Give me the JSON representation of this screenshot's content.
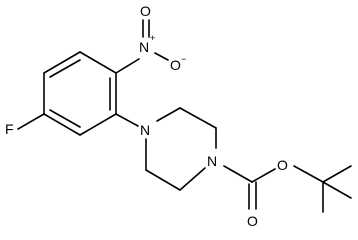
{
  "molecule": {
    "atoms": {
      "fluorine": "F",
      "nitro_nitrogen": "N",
      "nitro_plus": "+",
      "nitro_oxygen_top": "O",
      "nitro_oxygen_bottom": "O",
      "nitro_minus": "−",
      "piperazine_n_aryl": "N",
      "piperazine_n_boc": "N",
      "carbonyl_oxygen": "O",
      "ester_oxygen": "O"
    }
  }
}
